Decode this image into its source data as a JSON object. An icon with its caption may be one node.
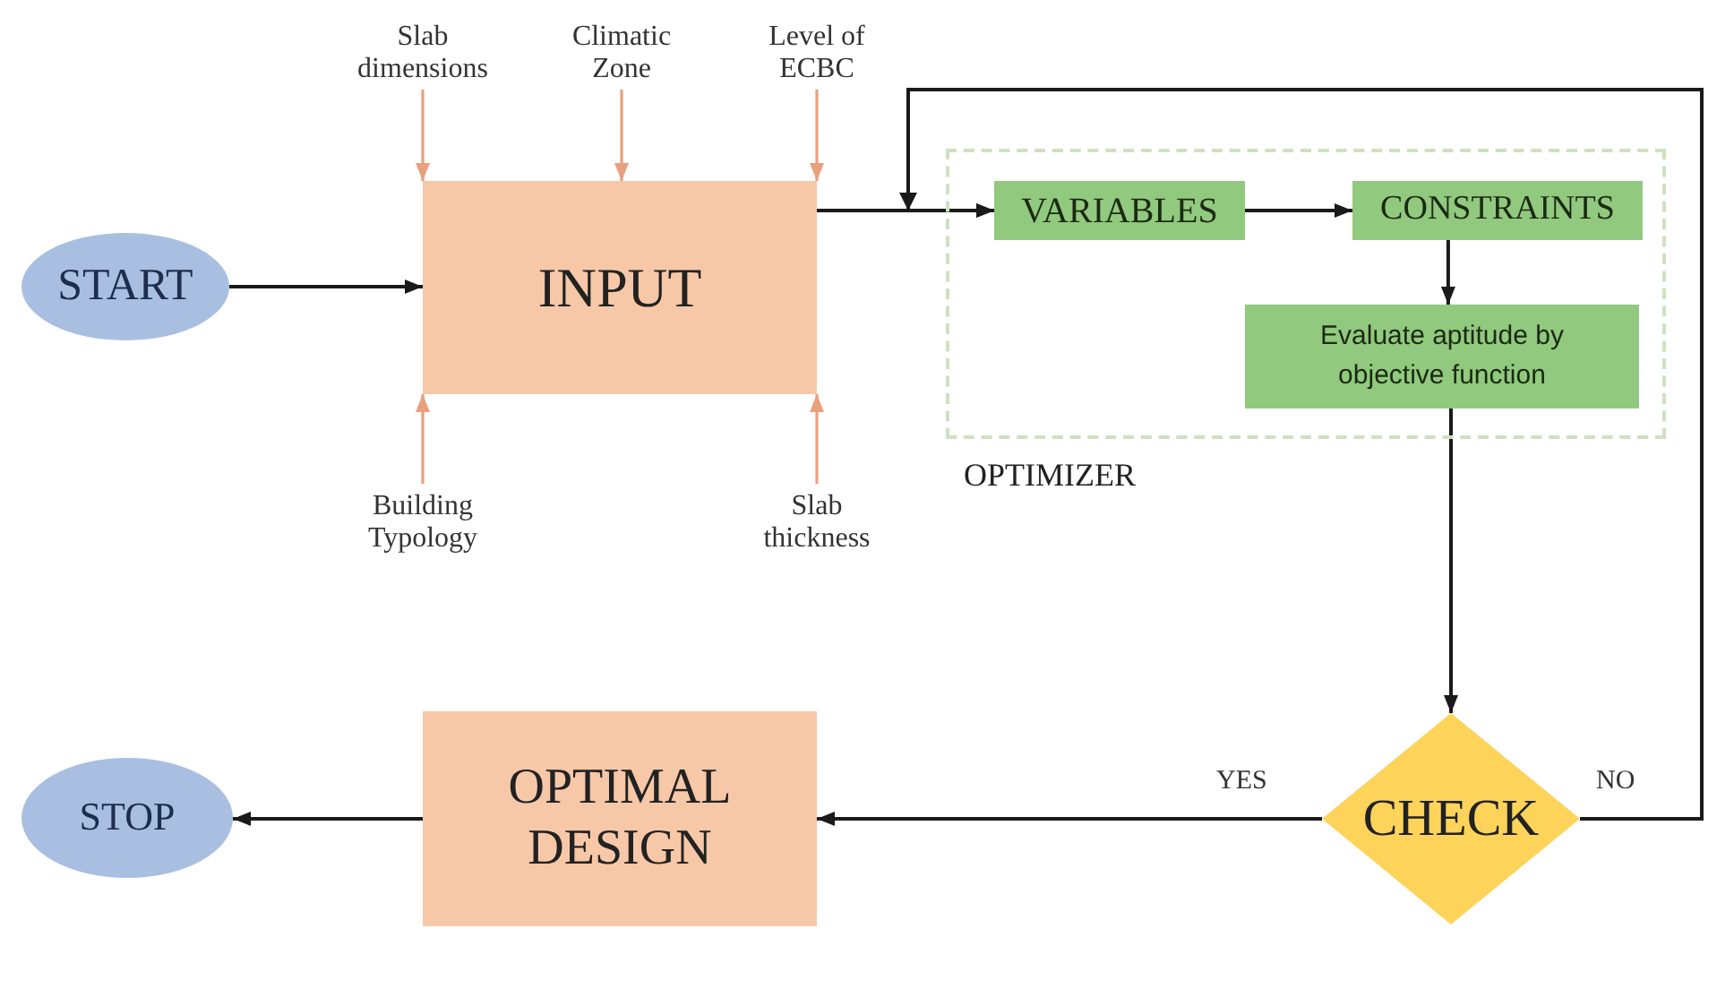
{
  "diagram": {
    "nodes": [
      {
        "text": [
          "START"
        ]
      },
      {
        "text": [
          "INPUT"
        ]
      },
      {
        "text": [
          "Slab dimensions"
        ]
      },
      {
        "text": [
          "Climatic Zone"
        ]
      },
      {
        "text": [
          "Level of ECBC"
        ]
      },
      {
        "text": [
          "Building Typology"
        ]
      },
      {
        "text": [
          "Slab thickness"
        ]
      },
      {
        "text": [
          "OPTIMIZER"
        ]
      },
      {
        "text": [
          "VARIABLES"
        ],
        "in": 7
      },
      {
        "text": [
          "CONSTRAINTS"
        ],
        "in": 7
      },
      {
        "text": [
          "Evaluate aptitude by objective function"
        ],
        "in": 7
      },
      {
        "text": [
          "CHECK"
        ]
      },
      {
        "text": [
          "OPTIMAL DESIGN"
        ]
      },
      {
        "text": [
          "STOP"
        ]
      }
    ],
    "edges": [
      {
        "from": 0,
        "to": 1,
        "arrow": "to"
      },
      {
        "from": 2,
        "to": 1,
        "arrow": "to",
        "color": "#e9a07d"
      },
      {
        "from": 3,
        "to": 1,
        "arrow": "to",
        "color": "#e9a07d"
      },
      {
        "from": 4,
        "to": 1,
        "arrow": "to",
        "color": "#e9a07d"
      },
      {
        "from": 5,
        "to": 1,
        "arrow": "to",
        "color": "#e9a07d"
      },
      {
        "from": 6,
        "to": 1,
        "arrow": "to",
        "color": "#e9a07d"
      },
      {
        "from": 1,
        "to": 8,
        "arrow": "to"
      },
      {
        "from": 8,
        "to": 9,
        "arrow": "to"
      },
      {
        "from": 9,
        "to": 10,
        "arrow": "to"
      },
      {
        "from": 10,
        "to": 11,
        "arrow": "to"
      },
      {
        "from": 11,
        "to": 12,
        "arrow": "to",
        "label": "YES"
      },
      {
        "from": 12,
        "to": 13,
        "arrow": "to"
      },
      {
        "from": 11,
        "to": 8,
        "arrow": "to",
        "label": "NO"
      }
    ]
  }
}
